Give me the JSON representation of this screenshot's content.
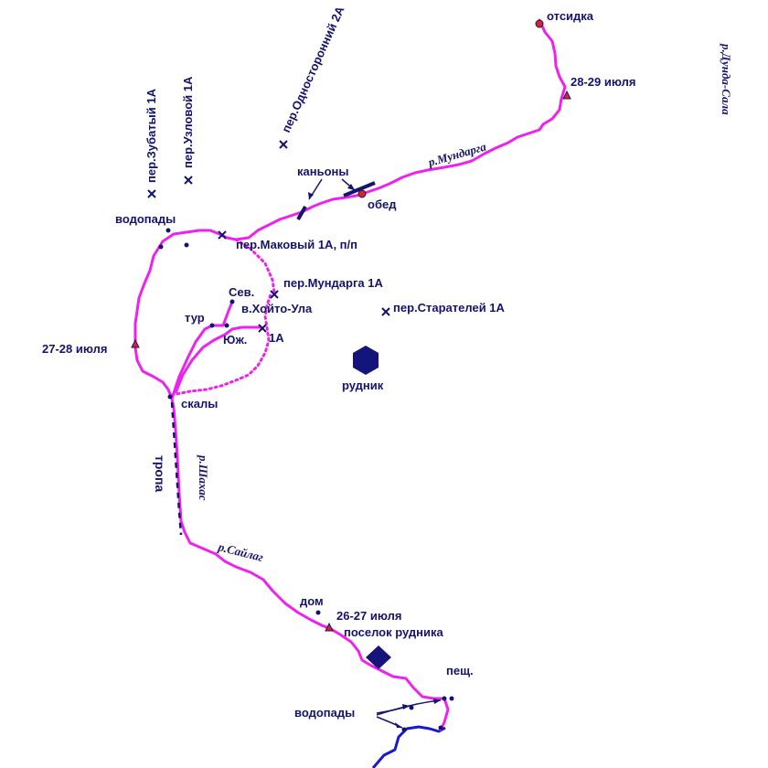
{
  "colors": {
    "route": "#ee22ee",
    "river_blue": "#1a1acc",
    "ink": "#14146e",
    "trail": "#14146e",
    "red": "#dd2222"
  },
  "icons": {
    "pass": "cross-icon",
    "camp": "triangle-icon",
    "mine": "hexagon-icon",
    "village": "diamond-icon",
    "point": "dot-icon"
  },
  "labels": {
    "otsidka": "отсидка",
    "camp_28_29": "28-29 июля",
    "river_dunda": "р.Дунда-Сала",
    "river_mundarga": "р.Мундарга",
    "pass_odnostoronniy": "пер.Односторонний 2А",
    "pass_uzlovoy": "пер.Узловой 1А",
    "pass_zubaty": "пер.Зубатый 1А",
    "canyons": "каньоны",
    "lunch": "обед",
    "waterfalls_top": "водопады",
    "pass_makovy": "пер.Маковый 1А, п/п",
    "pass_mundarga": "пер.Мундарга 1А",
    "north": "Сев.",
    "peak_khoyto": "в.Хойто-Ула",
    "pass_starateley": "пер.Старателей 1А",
    "tur": "тур",
    "south": "Юж.",
    "grade_1a": "1А",
    "camp_27_28": "27-28 июля",
    "mine": "рудник",
    "rocks": "скалы",
    "trail": "тропа",
    "river_shakhas": "р.Шахас",
    "river_saylag": "р.Сайлаг",
    "house": "дом",
    "camp_26_27": "26-27 июля",
    "mine_village": "поселок рудника",
    "cave": "пещ.",
    "waterfalls_bottom": "водопады"
  }
}
